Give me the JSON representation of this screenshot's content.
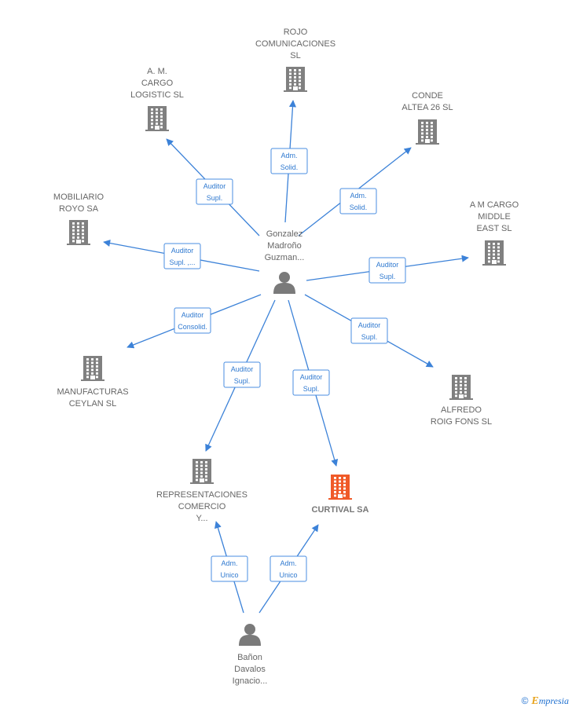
{
  "colors": {
    "edge": "#3c82d8",
    "company": "#808080",
    "company_highlight": "#f05a28",
    "person": "#7a7a7a",
    "label": "#666666",
    "edge_label_text": "#2f79d0"
  },
  "nodes": [
    {
      "id": "rojo",
      "type": "company",
      "icon": "building-icon",
      "lines": [
        "ROJO",
        "COMUNICACIONES",
        "SL"
      ]
    },
    {
      "id": "amcargo_logistic",
      "type": "company",
      "icon": "building-icon",
      "lines": [
        "A. M.",
        "CARGO",
        "LOGISTIC SL"
      ]
    },
    {
      "id": "conde",
      "type": "company",
      "icon": "building-icon",
      "lines": [
        "CONDE",
        "ALTEA 26 SL"
      ]
    },
    {
      "id": "mobiliario",
      "type": "company",
      "icon": "building-icon",
      "lines": [
        "MOBILIARIO",
        "ROYO SA"
      ]
    },
    {
      "id": "amcargo_middle",
      "type": "company",
      "icon": "building-icon",
      "lines": [
        "A M CARGO",
        "MIDDLE",
        "EAST SL"
      ]
    },
    {
      "id": "manufacturas",
      "type": "company",
      "icon": "building-icon",
      "lines": [
        "MANUFACTURAS",
        "CEYLAN SL"
      ]
    },
    {
      "id": "alfredo",
      "type": "company",
      "icon": "building-icon",
      "lines": [
        "ALFREDO",
        "ROIG FONS SL"
      ]
    },
    {
      "id": "representaciones",
      "type": "company",
      "icon": "building-icon",
      "lines": [
        "REPRESENTACIONES",
        "COMERCIO",
        "Y..."
      ]
    },
    {
      "id": "curtival",
      "type": "company-main",
      "icon": "building-icon",
      "lines": [
        "CURTIVAL SA"
      ]
    },
    {
      "id": "gonzalez",
      "type": "person",
      "icon": "person-icon",
      "lines": [
        "Gonzalez",
        "Madroño",
        "Guzman..."
      ]
    },
    {
      "id": "banon",
      "type": "person",
      "icon": "person-icon",
      "lines": [
        "Bañon",
        "Davalos",
        "Ignacio..."
      ]
    }
  ],
  "edges": [
    {
      "from": "gonzalez",
      "to": "rojo",
      "label": [
        "Adm.",
        "Solid."
      ]
    },
    {
      "from": "gonzalez",
      "to": "amcargo_logistic",
      "label": [
        "Auditor",
        "Supl."
      ]
    },
    {
      "from": "gonzalez",
      "to": "conde",
      "label": [
        "Adm.",
        "Solid."
      ]
    },
    {
      "from": "gonzalez",
      "to": "mobiliario",
      "label": [
        "Auditor",
        "Supl. ,..."
      ]
    },
    {
      "from": "gonzalez",
      "to": "amcargo_middle",
      "label": [
        "Auditor",
        "Supl."
      ]
    },
    {
      "from": "gonzalez",
      "to": "manufacturas",
      "label": [
        "Auditor",
        "Consolid."
      ]
    },
    {
      "from": "gonzalez",
      "to": "alfredo",
      "label": [
        "Auditor",
        "Supl."
      ]
    },
    {
      "from": "gonzalez",
      "to": "representaciones",
      "label": [
        "Auditor",
        "Supl."
      ]
    },
    {
      "from": "gonzalez",
      "to": "curtival",
      "label": [
        "Auditor",
        "Supl."
      ]
    },
    {
      "from": "banon",
      "to": "representaciones",
      "label": [
        "Adm.",
        "Unico"
      ]
    },
    {
      "from": "banon",
      "to": "curtival",
      "label": [
        "Adm.",
        "Unico"
      ]
    }
  ],
  "footer": {
    "copyright": "©",
    "brand_first": "E",
    "brand_rest": "mpresia"
  }
}
